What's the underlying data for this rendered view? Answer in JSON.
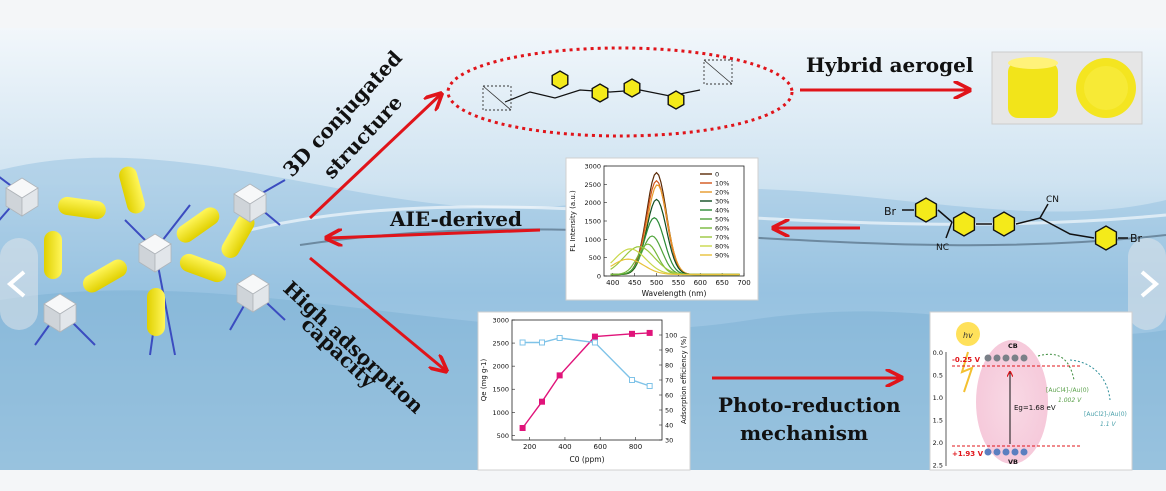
{
  "labels": {
    "conjugated_line1": "3D conjugated",
    "conjugated_line2": "structure",
    "hybrid_aerogel": "Hybrid aerogel",
    "aie_derived": "AIE-derived",
    "high_adsorption_line1": "High adsorption",
    "high_adsorption_line2": "capacity",
    "photo_reduction_line1": "Photo-reduction",
    "photo_reduction_line2": "mechanism"
  },
  "molecule": {
    "br_left": "Br",
    "br_right": "Br",
    "nc_label": "NC",
    "cn_label": "CN"
  },
  "colors": {
    "arrow": "#e0141a",
    "linker_yellow": "#f4ea1a",
    "cube": "#e9ecef",
    "branch": "#3b4cc0",
    "phenyl": "#f4ea1a"
  },
  "chart_data": [
    {
      "type": "line",
      "xlabel": "Wavelength (nm)",
      "ylabel": "FL Intensity (a.u.)",
      "xlim": [
        380,
        700
      ],
      "ylim": [
        0,
        3000
      ],
      "xticks": [
        400,
        450,
        500,
        550,
        600,
        650,
        700
      ],
      "yticks": [
        0,
        500,
        1000,
        1500,
        2000,
        2500,
        3000
      ],
      "legend_placement": "top-right",
      "series": [
        {
          "name": "0",
          "color": "#5a2a06",
          "peak_x": 500,
          "peak_y": 2780
        },
        {
          "name": "10%",
          "color": "#d2541a",
          "peak_x": 500,
          "peak_y": 2560
        },
        {
          "name": "20%",
          "color": "#e79a2a",
          "peak_x": 502,
          "peak_y": 2450
        },
        {
          "name": "30%",
          "color": "#0f4d20",
          "peak_x": 500,
          "peak_y": 2050
        },
        {
          "name": "40%",
          "color": "#2b8a36",
          "peak_x": 495,
          "peak_y": 1550
        },
        {
          "name": "50%",
          "color": "#4fa33a",
          "peak_x": 490,
          "peak_y": 1050
        },
        {
          "name": "60%",
          "color": "#76b83b",
          "peak_x": 480,
          "peak_y": 830
        },
        {
          "name": "70%",
          "color": "#9bc83e",
          "peak_x": 460,
          "peak_y": 760
        },
        {
          "name": "80%",
          "color": "#c9d84a",
          "peak_x": 440,
          "peak_y": 700
        },
        {
          "name": "90%",
          "color": "#e8c23a",
          "peak_x": 435,
          "peak_y": 420
        }
      ]
    },
    {
      "type": "line",
      "xlabel": "C0 (ppm)",
      "ylabel": "Qe (mg g-1)",
      "y2label": "Adsorption efficiency (%)",
      "xlim": [
        100,
        950
      ],
      "ylim": [
        400,
        3000
      ],
      "y2lim": [
        30,
        110
      ],
      "xticks": [
        200,
        400,
        600,
        800
      ],
      "yticks": [
        500,
        1000,
        1500,
        2000,
        2500,
        3000
      ],
      "y2ticks": [
        30,
        40,
        50,
        60,
        70,
        80,
        90,
        100
      ],
      "series": [
        {
          "name": "Qe",
          "axis": "left",
          "color": "#e0147a",
          "x": [
            160,
            270,
            370,
            570,
            780,
            880
          ],
          "y": [
            660,
            1230,
            1800,
            2640,
            2700,
            2720
          ]
        },
        {
          "name": "Adsorption efficiency",
          "axis": "right",
          "color": "#7fc3e8",
          "x": [
            160,
            270,
            370,
            570,
            780,
            880
          ],
          "y": [
            95,
            95,
            98,
            95,
            70,
            66
          ]
        }
      ]
    }
  ],
  "band_diagram": {
    "hv": "hv",
    "cb_label": "CB",
    "vb_label": "VB",
    "cb_potential": "-0.25 V",
    "vb_potential": "+1.93 V",
    "band_gap": "Eg=1.68 eV",
    "couple1": "[AuCl4]-/Au(0)",
    "couple1_value": "1.002 V",
    "couple2": "[AuCl2]-/Au(0)",
    "couple2_value": "1.1 V",
    "axis_ticks": [
      "0.0",
      "0.5",
      "1.0",
      "1.5",
      "2.0",
      "2.5"
    ]
  }
}
